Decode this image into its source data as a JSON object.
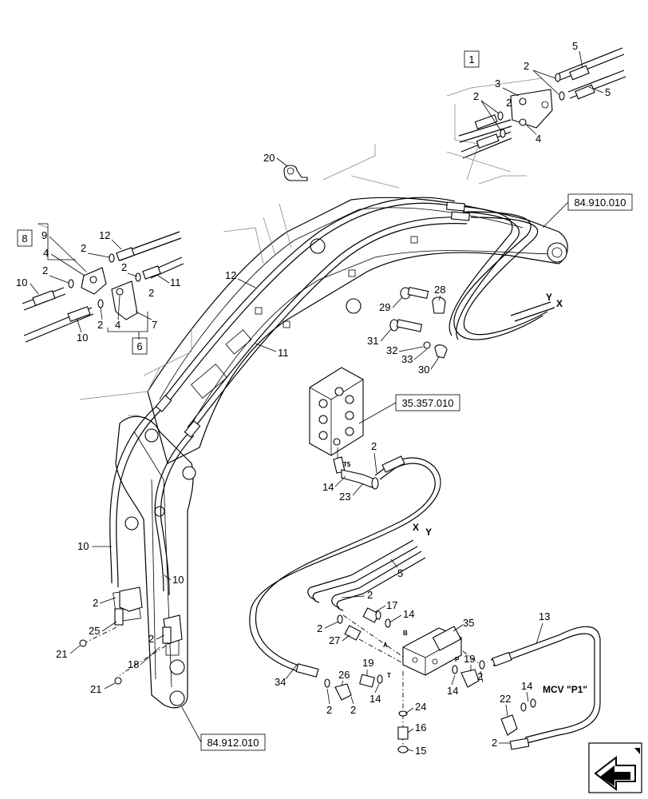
{
  "refs": {
    "r1": "84.910.010",
    "r2": "35.357.010",
    "r3": "84.912.010"
  },
  "boxes": {
    "b1": "1",
    "b8": "8",
    "b6": "6"
  },
  "ports": {
    "t5": "T5",
    "a": "A",
    "b": "B",
    "t": "T",
    "p": "P",
    "mcv": "MCV \"P1\""
  },
  "xy": {
    "top_y": "Y",
    "top_x": "X",
    "mid_x": "X",
    "mid_y": "Y"
  },
  "callouts": {
    "c1": "2",
    "c2": "5",
    "c3": "3",
    "c4": "2",
    "c5": "5",
    "c6": "2",
    "c7": "4",
    "c8": "20",
    "c9": "9",
    "c10": "12",
    "c11": "4",
    "c12": "2",
    "c13": "2",
    "c14": "10",
    "c15": "11",
    "c16": "2",
    "c17": "2",
    "c18": "4",
    "c19": "7",
    "c20": "10",
    "c21": "12",
    "c22": "28",
    "c23": "29",
    "c24": "11",
    "c25": "31",
    "c26": "32",
    "c27": "33",
    "c28": "30",
    "c29": "2",
    "c30": "14",
    "c31": "23",
    "c32": "10",
    "c33": "10",
    "c34": "2",
    "c35": "25",
    "c36": "2",
    "c37": "18",
    "c38": "21",
    "c39": "21",
    "c40": "5",
    "c41": "2",
    "c42": "17",
    "c43": "2",
    "c44": "14",
    "c45": "27",
    "c46": "35",
    "c47": "13",
    "c48": "19",
    "c49": "19",
    "c50": "26",
    "c51": "34",
    "c52": "2",
    "c53": "2",
    "c54": "14",
    "c55": "14",
    "c56": "24",
    "c57": "16",
    "c58": "15",
    "c59": "14",
    "c60": "22",
    "c61": "2",
    "c62": "2"
  },
  "icons": {
    "nav": "arrow-navigation-icon"
  }
}
